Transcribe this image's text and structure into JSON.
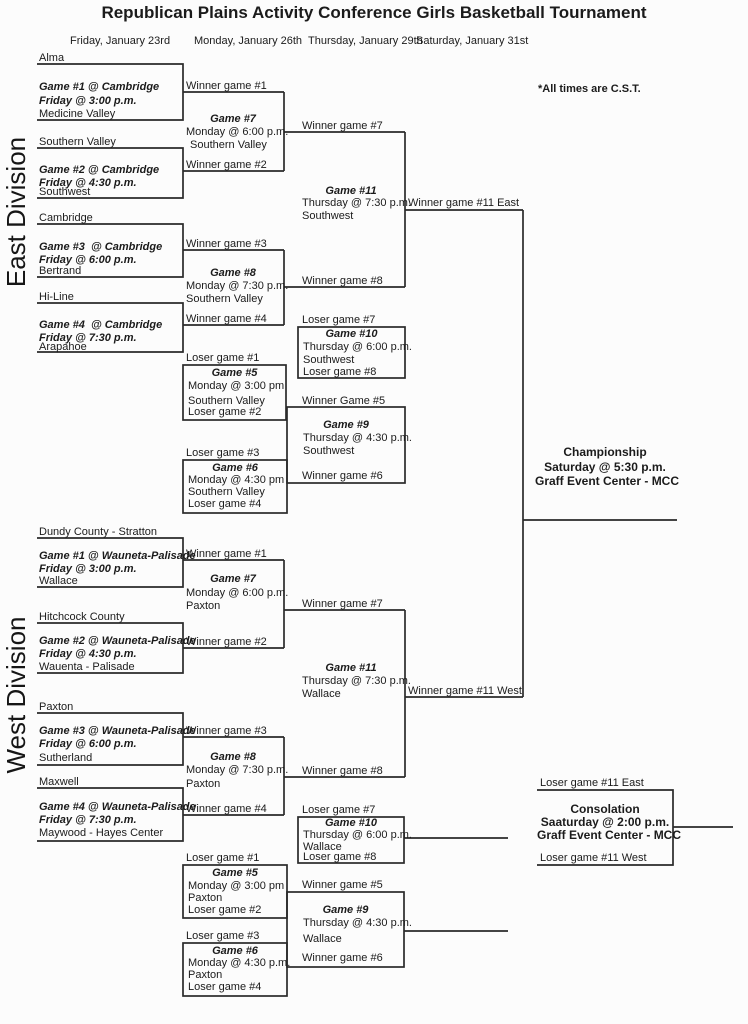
{
  "title": "Republican Plains Activity Conference Girls Basketball Tournament",
  "times_note": "*All times are C.S.T.",
  "schedule_dates": [
    "Friday, January 23rd",
    "Monday, January 26th",
    "Thursday, January 29th",
    "Saturday, January 31st"
  ],
  "east": {
    "label": "East Division",
    "round1": [
      {
        "team_top": "Alma",
        "game_info": "Game #1 @ Cambridge",
        "game_time": "Friday @ 3:00 p.m.",
        "team_bottom": "Medicine Valley"
      },
      {
        "team_top": "Southern Valley",
        "game_info": "Game #2 @ Cambridge",
        "game_time": "Friday @ 4:30 p.m.",
        "team_bottom": "Southwest"
      },
      {
        "team_top": "Cambridge",
        "game_info": "Game #3  @ Cambridge",
        "game_time": "Friday @ 6:00 p.m.",
        "team_bottom": "Bertrand"
      },
      {
        "team_top": "Hi-Line",
        "game_info": "Game #4  @ Cambridge",
        "game_time": "Friday @ 7:30 p.m.",
        "team_bottom": "Arapahoe"
      }
    ],
    "game7": {
      "slot_top": "Winner game #1",
      "title": "Game #7",
      "time": "Monday @ 6:00 p.m.",
      "site": "Southern Valley",
      "slot_bottom": "Winner game #2"
    },
    "game8": {
      "slot_top": "Winner game #3",
      "title": "Game #8",
      "time": "Monday @ 7:30 p.m.",
      "site": "Southern Valley",
      "slot_bottom": "Winner game #4"
    },
    "game11": {
      "slot_top": "Winner game #7",
      "title": "Game #11",
      "time": "Thursday @ 7:30 p.m.",
      "site": "Southwest",
      "slot_bottom": "Winner game #8",
      "winner": "Winner game #11 East"
    },
    "game10": {
      "slot_top": "Loser game #7",
      "title": "Game #10",
      "time": "Thursday @ 6:00 p.m.",
      "site": "Southwest",
      "slot_bottom": "Loser game #8"
    },
    "game5": {
      "slot_top": "Loser game #1",
      "title": "Game #5",
      "time": "Monday @ 3:00 pm",
      "site": "Southern Valley",
      "slot_bottom": "Loser game #2"
    },
    "game9": {
      "slot_top": "Winner Game #5",
      "title": "Game #9",
      "time": "Thursday @ 4:30 p.m.",
      "site": "Southwest",
      "slot_bottom": "Winner game #6"
    },
    "game6": {
      "slot_top": "Loser game #3",
      "title": "Game #6",
      "time": "Monday @ 4:30 pm",
      "site": "Southern Valley",
      "slot_bottom": "Loser game #4"
    }
  },
  "west": {
    "label": "West Division",
    "round1": [
      {
        "team_top": "Dundy County - Stratton",
        "game_info": "Game #1 @ Wauneta-Palisade",
        "game_time": "Friday @ 3:00 p.m.",
        "team_bottom": "Wallace"
      },
      {
        "team_top": "Hitchcock County",
        "game_info": "Game #2 @ Wauneta-Palisade",
        "game_time": "Friday @ 4:30 p.m.",
        "team_bottom": "Wauenta - Palisade"
      },
      {
        "team_top": "Paxton",
        "game_info": "Game #3 @ Wauneta-Palisade",
        "game_time": "Friday @ 6:00 p.m.",
        "team_bottom": "Sutherland"
      },
      {
        "team_top": "Maxwell",
        "game_info": "Game #4 @ Wauneta-Palisade",
        "game_time": "Friday @ 7:30 p.m.",
        "team_bottom": "Maywood - Hayes Center"
      }
    ],
    "game7": {
      "slot_top": "Winner game #1",
      "title": "Game #7",
      "time": "Monday @ 6:00 p.m.",
      "site": "Paxton",
      "slot_bottom": "Winner game #2"
    },
    "game8": {
      "slot_top": "Winner game #3",
      "title": "Game #8",
      "time": "Monday @ 7:30 p.m.",
      "site": "Paxton",
      "slot_bottom": "Winner game #4"
    },
    "game11": {
      "slot_top": "Winner game #7",
      "title": "Game #11",
      "time": "Thursday @ 7:30 p.m.",
      "site": "Wallace",
      "slot_bottom": "Winner game #8",
      "winner": "Winner game #11 West"
    },
    "game10": {
      "slot_top": "Loser game #7",
      "title": "Game #10",
      "time": "Thursday @ 6:00 p.m.",
      "site": "Wallace",
      "slot_bottom": "Loser game #8"
    },
    "game5": {
      "slot_top": "Loser game #1",
      "title": "Game #5",
      "time": "Monday @ 3:00 pm",
      "site": "Paxton",
      "slot_bottom": "Loser game #2"
    },
    "game9": {
      "slot_top": "Winner game #5",
      "title": "Game #9",
      "time": "Thursday @ 4:30 p.m.",
      "site": "Wallace",
      "slot_bottom": "Winner game #6"
    },
    "game6": {
      "slot_top": "Loser game #3",
      "title": "Game #6",
      "time": "Monday @ 4:30 p.m.",
      "site": "Paxton",
      "slot_bottom": "Loser game #4"
    }
  },
  "championship": {
    "title": "Championship",
    "time": "Saturday @ 5:30 p.m.",
    "venue": "Graff Event Center - MCC"
  },
  "consolation": {
    "slot_top": "Loser game #11 East",
    "title": "Consolation",
    "time": "Saaturday @ 2:00 p.m.",
    "venue": "Graff Event Center - MCC",
    "slot_bottom": "Loser game #11 West"
  }
}
